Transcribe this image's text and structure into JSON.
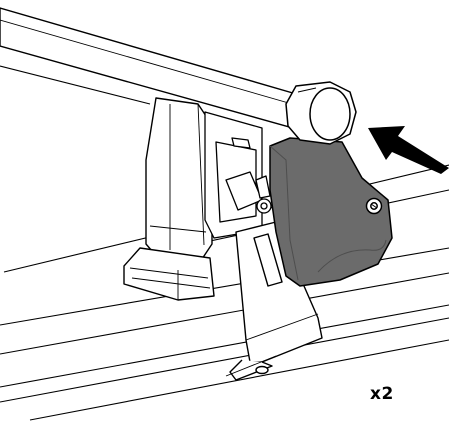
{
  "figure": {
    "subject": "roof-bar-foot-end-cap-installation",
    "quantity_label": "x2",
    "colors": {
      "background": "#ffffff",
      "line": "#000000",
      "cover_fill": "#6b6b6b",
      "cover_shadow": "#4e4e4e",
      "cap_fill": "#ffffff",
      "arrow_fill": "#000000"
    },
    "icons": [
      "push-direction-arrow"
    ]
  }
}
